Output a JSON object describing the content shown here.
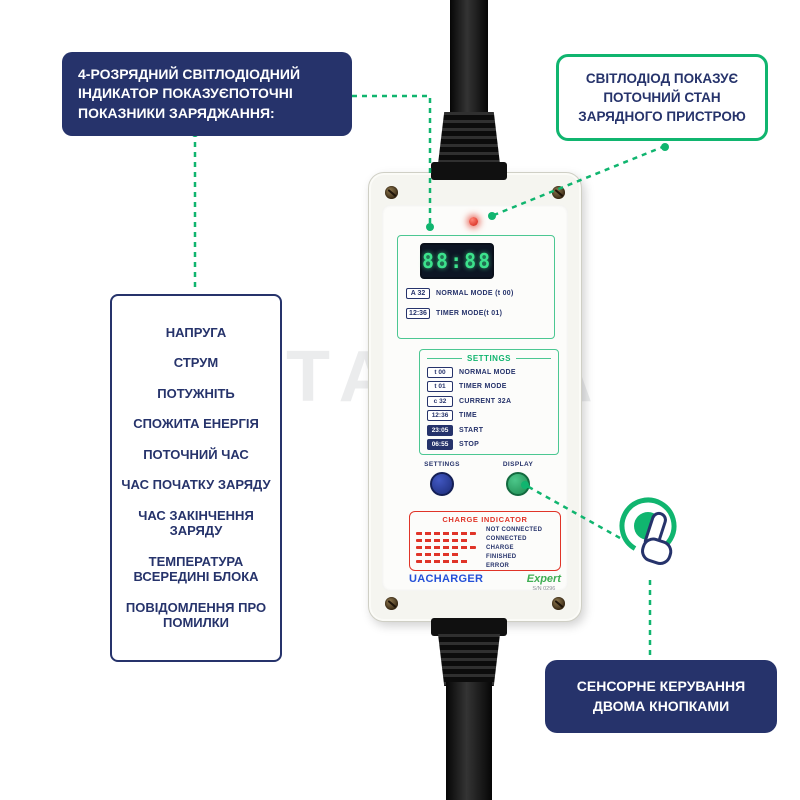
{
  "watermark": "ITABOA",
  "callouts": {
    "led_indicator": {
      "text": "4-РОЗРЯДНИЙ СВІТЛОДІОДНИЙ ІНДИКАТОР ПОКАЗУЄПОТОЧНІ ПОКАЗНИКИ ЗАРЯДЖАННЯ:"
    },
    "led_status": {
      "text": "СВІТЛОДІОД ПОКАЗУЄ ПОТОЧНИЙ СТАН ЗАРЯДНОГО ПРИСТРОЮ"
    },
    "touch_control": {
      "text": "СЕНСОРНЕ КЕРУВАННЯ ДВОМА КНОПКАМИ"
    }
  },
  "metrics_list": [
    "НАПРУГА",
    "СТРУМ",
    "ПОТУЖНІТЬ",
    "СПОЖИТА ЕНЕРГІЯ",
    "ПОТОЧНИЙ ЧАС",
    "ЧАС ПОЧАТКУ ЗАРЯДУ",
    "ЧАС ЗАКІНЧЕННЯ ЗАРЯДУ",
    "ТЕМПЕРАТУРА ВСЕРЕДИНІ БЛОКА",
    "ПОВІДОМЛЕННЯ ПРО ПОМИЛКИ"
  ],
  "device": {
    "display_value": "88:88",
    "modes": [
      {
        "value": "A 32",
        "label": "NORMAL MODE (t 00)"
      },
      {
        "value": "12:36",
        "label": "TIMER MODE(t 01)"
      }
    ],
    "settings": {
      "title": "SETTINGS",
      "rows": [
        {
          "value": "t 00",
          "label": "NORMAL MODE"
        },
        {
          "value": "t 01",
          "label": "TIMER MODE"
        },
        {
          "value": "c 32",
          "label": "CURRENT 32A"
        },
        {
          "value": "12:36",
          "label": "TIME"
        },
        {
          "value": "23:05",
          "label": "START"
        },
        {
          "value": "06:55",
          "label": "STOP"
        }
      ]
    },
    "buttons": [
      {
        "label": "SETTINGS"
      },
      {
        "label": "DISPLAY"
      }
    ],
    "charge_indicator": {
      "title": "CHARGE INDICATOR",
      "states": [
        "NOT CONNECTED",
        "CONNECTED",
        "CHARGE",
        "FINISHED",
        "ERROR"
      ]
    },
    "brand": {
      "name": "UACHARGER",
      "series": "Expert",
      "serial": "S/N 0296"
    }
  },
  "colors": {
    "navy": "#26336b",
    "green_accent": "#10b56f",
    "red": "#e03428",
    "button_blue": "#2b3f9c",
    "button_green": "#2fa866",
    "brand_blue": "#2450d8",
    "brand_green": "#3fae53",
    "led_red": "#d21f12"
  }
}
